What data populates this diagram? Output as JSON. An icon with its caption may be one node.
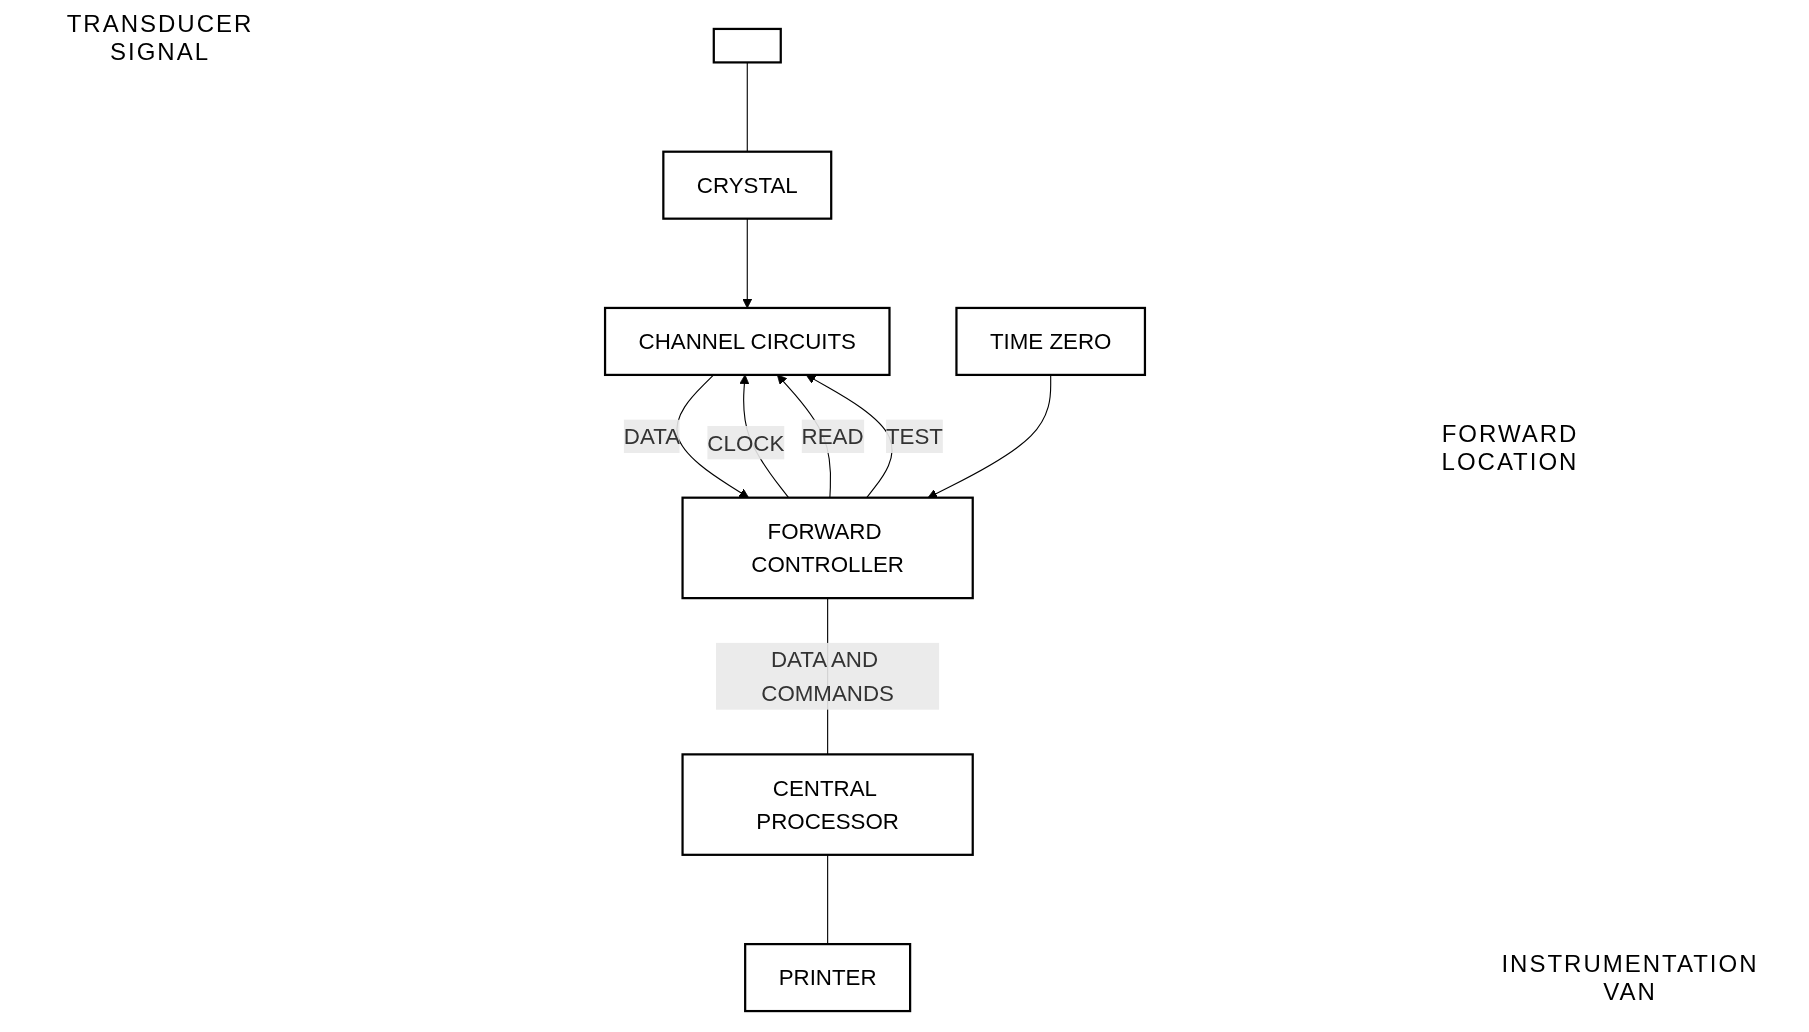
{
  "diagram": {
    "nodes": [
      {
        "text": [],
        "shape": "box"
      },
      {
        "text": [
          "CRYSTAL"
        ]
      },
      {
        "text": [
          "CHANNEL CIRCUITS"
        ]
      },
      {
        "text": [
          "TIME ZERO"
        ]
      },
      {
        "text": [
          "FORWARD CONTROLLER"
        ]
      },
      {
        "text": [
          "CENTRAL PROCESSOR"
        ]
      },
      {
        "text": [
          "PRINTER"
        ]
      }
    ],
    "edges": [
      {
        "from": 0,
        "to": 1,
        "arrow": "none"
      },
      {
        "from": 1,
        "to": 2,
        "arrow": "to"
      },
      {
        "from": 4,
        "to": 2,
        "arrow": "to",
        "label": "CLOCK"
      },
      {
        "from": 4,
        "to": 2,
        "arrow": "to",
        "label": "READ"
      },
      {
        "from": 4,
        "to": 2,
        "arrow": "to",
        "label": "TEST"
      },
      {
        "from": 2,
        "to": 4,
        "arrow": "to",
        "label": "DATA"
      },
      {
        "from": 3,
        "to": 4,
        "arrow": "to"
      },
      {
        "from": 4,
        "to": 5,
        "arrow": "none",
        "label": "DATA AND COMMANDS"
      },
      {
        "from": 5,
        "to": 6,
        "arrow": "none"
      }
    ],
    "labels": [
      "TRANSDUCER SIGNAL",
      "FORWARD LOCATION",
      "INSTRUMENTATION VAN"
    ]
  }
}
